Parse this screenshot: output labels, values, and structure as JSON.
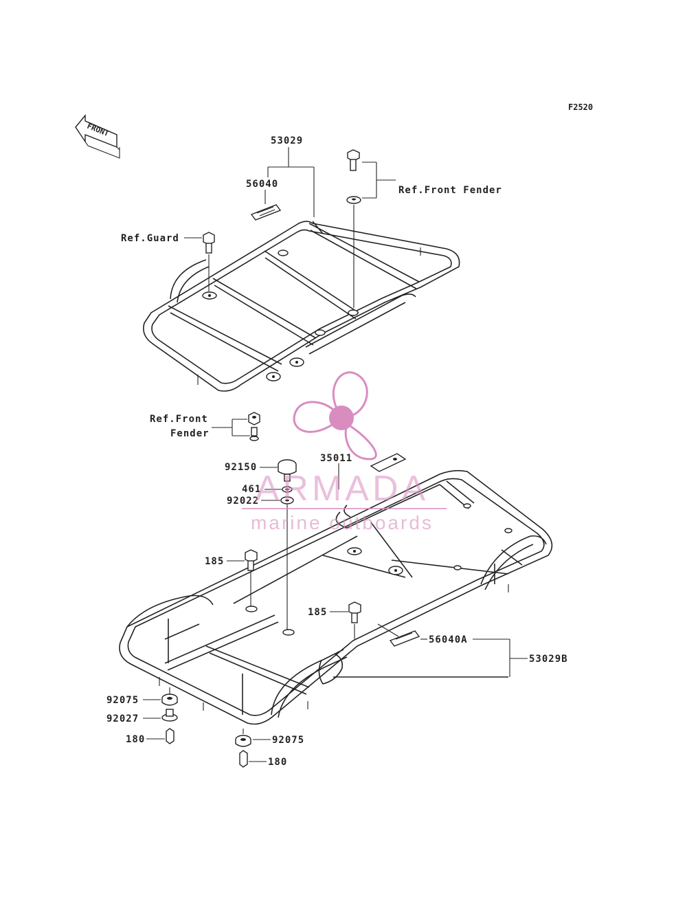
{
  "diagram_code": "F2520",
  "front_arrow": {
    "label": "FRONT",
    "icon": "front-direction-arrow-icon"
  },
  "callouts": {
    "c53029": "53029",
    "c56040": "56040",
    "ref_front_fender_top": "Ref.Front Fender",
    "ref_guard": "Ref.Guard",
    "ref_front_line1": "Ref.Front",
    "ref_front_line2": "Fender",
    "c92150": "92150",
    "c461": "461",
    "c92022": "92022",
    "c35011": "35011",
    "c185a": "185",
    "c185b": "185",
    "c56040A": "56040A",
    "c53029B": "53029B",
    "c92075a": "92075",
    "c92027": "92027",
    "c180a": "180",
    "c92075b": "92075",
    "c180b": "180"
  },
  "watermark": {
    "brand": "ARMADA",
    "tagline": "marine outboards",
    "icon": "propeller-logo-icon",
    "color": "#d98cc0"
  }
}
